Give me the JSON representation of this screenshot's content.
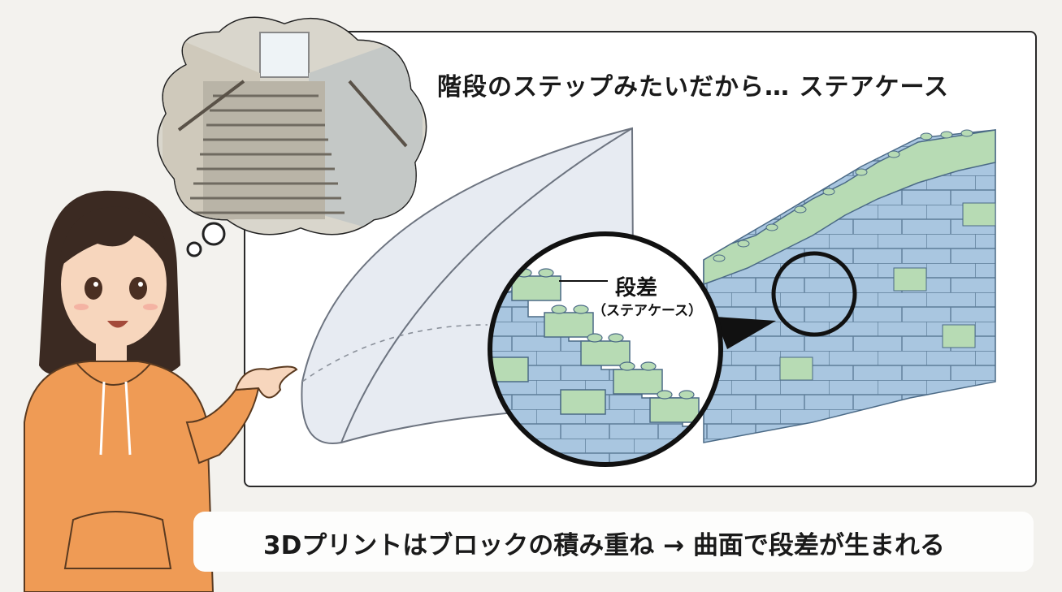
{
  "heading": "階段のステップみたいだから… ステアケース",
  "zoom": {
    "label": "段差",
    "sublabel": "（ステアケース）"
  },
  "caption": "3Dプリントはブロックの積み重ね → 曲面で段差が生まれる",
  "colors": {
    "background": "#f3f2ee",
    "panel_border": "#2a2a2a",
    "block_blue": "#a9c6e0",
    "block_green": "#b7dbb4",
    "hoodie": "#ef9b55",
    "hair": "#3b2a22"
  },
  "icons": [
    "thought-bubble-icon",
    "stairs-illustration",
    "curved-surface-shape",
    "block-stack-shape",
    "magnifier-icon",
    "girl-illustration"
  ]
}
